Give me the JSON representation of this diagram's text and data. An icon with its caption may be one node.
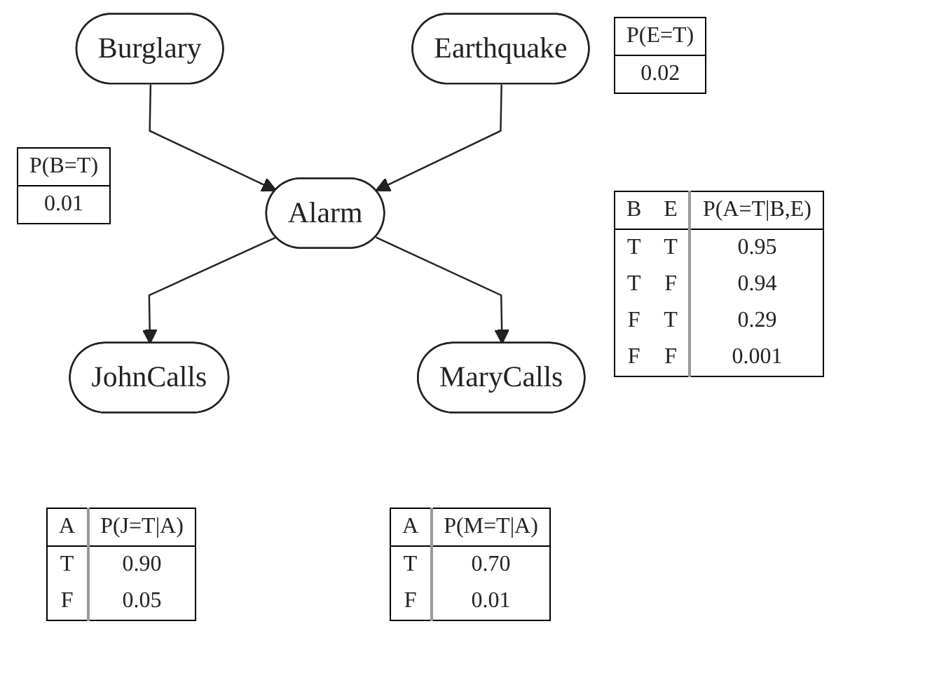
{
  "diagram": {
    "nodes": [
      {
        "text": [
          "Burglary"
        ]
      },
      {
        "text": [
          "Earthquake"
        ]
      },
      {
        "text": [
          "Alarm"
        ]
      },
      {
        "text": [
          "JohnCalls"
        ]
      },
      {
        "text": [
          "MaryCalls"
        ]
      }
    ],
    "edges": [
      {
        "from": 0,
        "to": 2,
        "arrow": "to"
      },
      {
        "from": 1,
        "to": 2,
        "arrow": "to"
      },
      {
        "from": 2,
        "to": 3,
        "arrow": "to"
      },
      {
        "from": 2,
        "to": 4,
        "arrow": "to"
      }
    ],
    "labels": [
      "P(E=T)",
      "0.02",
      "P(B=T)",
      "0.01",
      "B",
      "E",
      "P(A=T|B,E)",
      "T",
      "T",
      "0.95",
      "T",
      "F",
      "0.94",
      "F",
      "T",
      "0.29",
      "F",
      "F",
      "0.001",
      "A",
      "P(J=T|A)",
      "T",
      "0.90",
      "F",
      "0.05",
      "A",
      "P(M=T|A)",
      "T",
      "0.70",
      "F",
      "0.01"
    ]
  }
}
